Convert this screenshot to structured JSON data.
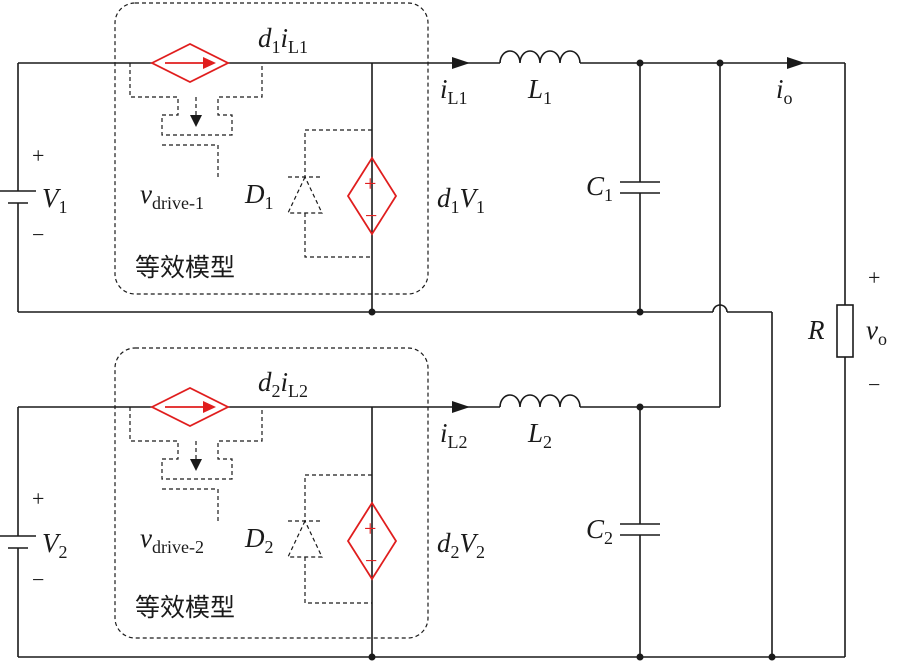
{
  "colors": {
    "wire": "#1a1a1a",
    "dependent_source": "#e01e1e",
    "model_box_fill": "#f1f1f1"
  },
  "phase1": {
    "model_label": "等效模型",
    "source_value": {
      "main": "d",
      "main_sub": "1",
      "var": "i",
      "var_sub": "L1"
    },
    "inductor_current": {
      "main": "i",
      "sub": "L1"
    },
    "inductor": {
      "main": "L",
      "sub": "1"
    },
    "capacitor": {
      "main": "C",
      "sub": "1"
    },
    "input_voltage": {
      "main": "V",
      "sub": "1",
      "plus": "+",
      "minus": "−"
    },
    "drive": {
      "main": "v",
      "sub": "drive-1"
    },
    "diode": {
      "main": "D",
      "sub": "1"
    },
    "voltage_source_value": {
      "main": "d",
      "main_sub": "1",
      "var": "V",
      "var_sub": "1"
    },
    "vsrc_plus": "+",
    "vsrc_minus": "−"
  },
  "phase2": {
    "model_label": "等效模型",
    "source_value": {
      "main": "d",
      "main_sub": "2",
      "var": "i",
      "var_sub": "L2"
    },
    "inductor_current": {
      "main": "i",
      "sub": "L2"
    },
    "inductor": {
      "main": "L",
      "sub": "2"
    },
    "capacitor": {
      "main": "C",
      "sub": "2"
    },
    "input_voltage": {
      "main": "V",
      "sub": "2",
      "plus": "+",
      "minus": "−"
    },
    "drive": {
      "main": "v",
      "sub": "drive-2"
    },
    "diode": {
      "main": "D",
      "sub": "2"
    },
    "voltage_source_value": {
      "main": "d",
      "main_sub": "2",
      "var": "V",
      "var_sub": "2"
    },
    "vsrc_plus": "+",
    "vsrc_minus": "−"
  },
  "load": {
    "resistor": "R",
    "output_current": {
      "main": "i",
      "sub": "o"
    },
    "output_voltage": {
      "main": "v",
      "sub": "o",
      "plus": "+",
      "minus": "−"
    }
  }
}
